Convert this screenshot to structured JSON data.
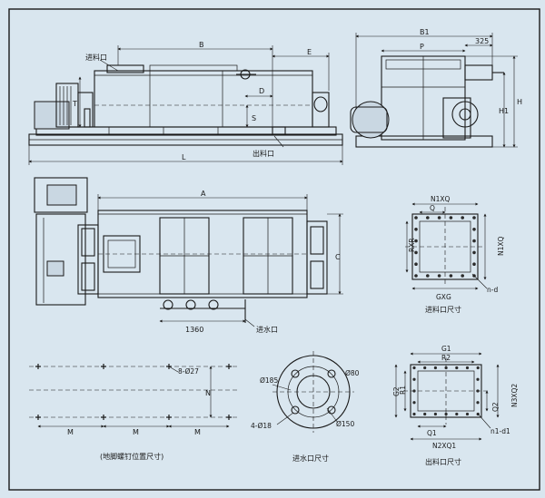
{
  "views": {
    "front": {
      "feed_port": "进料口",
      "discharge_port": "出料口",
      "dims": {
        "B": "B",
        "E": "E",
        "D": "D",
        "S": "S",
        "L": "L",
        "T": "T"
      }
    },
    "side": {
      "dims": {
        "B1": "B1",
        "P": "P",
        "d325": "325",
        "H1": "H1",
        "H": "H"
      }
    },
    "plan": {
      "water_inlet": "进水口",
      "dims": {
        "A": "A",
        "C": "C",
        "d1360": "1360"
      }
    },
    "feed_detail": {
      "caption": "进料口尺寸",
      "dims": {
        "N1XQ_top": "N1XQ",
        "Q": "Q",
        "RXR": "RXR",
        "N1XQ_side": "N1XQ",
        "GXG": "GXG",
        "hole": "n-d"
      }
    },
    "water_detail": {
      "caption": "进水口尺寸",
      "dims": {
        "d185": "Ø185",
        "d80": "Ø80",
        "d18": "4-Ø18",
        "d150": "Ø150"
      }
    },
    "anchor_detail": {
      "caption": "(地脚螺钉位置尺寸)",
      "dims": {
        "B_d27": "8-Ø27",
        "N": "N",
        "M": "M"
      }
    },
    "discharge_detail": {
      "caption": "出料口尺寸",
      "dims": {
        "G1": "G1",
        "R2": "R2",
        "G2": "G2",
        "R1": "R1",
        "N3XQ2": "N3XQ2",
        "Q2": "Q2",
        "Q1": "Q1",
        "N2XQ1": "N2XQ1",
        "hole": "n1-d1"
      }
    }
  }
}
